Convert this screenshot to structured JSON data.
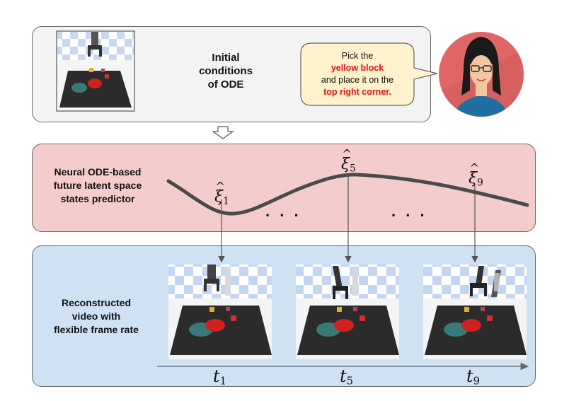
{
  "top_panel": {
    "label_lines": [
      "Initial",
      "conditions",
      "of ODE"
    ]
  },
  "speech_bubble": {
    "line1": "Pick the",
    "line2": "yellow block",
    "line3": "and place it on the",
    "line4": "top right corner."
  },
  "predictor_panel": {
    "label_lines": [
      "Neural ODE-based",
      "future latent space",
      "states predictor"
    ],
    "states": [
      {
        "symbol": "ξ",
        "subscript": "1"
      },
      {
        "symbol": "ξ",
        "subscript": "5"
      },
      {
        "symbol": "ξ",
        "subscript": "9"
      }
    ],
    "ellipsis": ". . ."
  },
  "video_panel": {
    "label_lines": [
      "Reconstructed",
      "video with",
      "flexible frame rate"
    ],
    "times": [
      {
        "symbol": "t",
        "subscript": "1"
      },
      {
        "symbol": "t",
        "subscript": "5"
      },
      {
        "symbol": "t",
        "subscript": "9"
      }
    ]
  },
  "colors": {
    "top_panel_bg": "#f3f3f3",
    "predictor_bg": "#f4cccc",
    "video_bg": "#cfe2f3",
    "bubble_bg": "#fff2cc",
    "highlight_text": "#e01010",
    "avatar_bg": "#e06666"
  }
}
